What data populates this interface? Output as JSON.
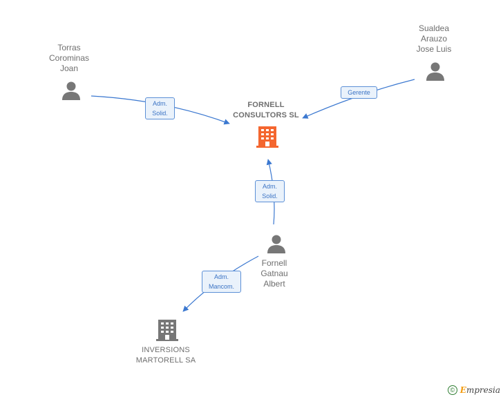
{
  "nodes": {
    "torras": {
      "lines": [
        "Torras",
        "Corominas",
        "Joan"
      ],
      "icon": "person-icon",
      "color": "#777777"
    },
    "sualdea": {
      "lines": [
        "Sualdea",
        "Arauzo",
        "Jose Luis"
      ],
      "icon": "person-icon",
      "color": "#777777"
    },
    "fornell_sl": {
      "lines": [
        "FORNELL",
        "CONSULTORS SL"
      ],
      "icon": "building-icon",
      "color": "#f4662f"
    },
    "fornell_albert": {
      "lines": [
        "Fornell",
        "Gatnau",
        "Albert"
      ],
      "icon": "person-icon",
      "color": "#777777"
    },
    "inversions": {
      "lines": [
        "INVERSIONS",
        "MARTORELL SA"
      ],
      "icon": "building-icon",
      "color": "#777777"
    }
  },
  "edges": {
    "torras_to_fornell": {
      "lines": [
        "Adm.",
        "Solid."
      ]
    },
    "sualdea_to_fornell": {
      "lines": [
        "Gerente"
      ]
    },
    "albert_to_fornell": {
      "lines": [
        "Adm.",
        "Solid."
      ]
    },
    "albert_to_inversions": {
      "lines": [
        "Adm.",
        "Mancom."
      ]
    }
  },
  "colors": {
    "edge": "#3b78d0",
    "label_border": "#5b8fd6",
    "label_bg": "#eaf2fb"
  },
  "footer": {
    "copyright_symbol": "©",
    "brand_first": "E",
    "brand_rest": "mpresia"
  }
}
